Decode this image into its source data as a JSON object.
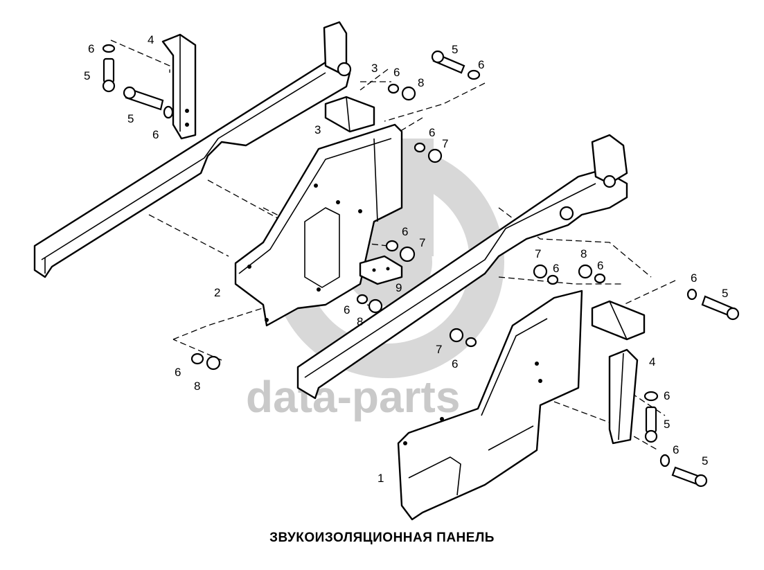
{
  "caption": "ЗВУКОИЗОЛЯЦИОННАЯ ПАНЕЛЬ",
  "watermark": {
    "text": "data-parts",
    "color": "#c9c9c9"
  },
  "callouts": [
    {
      "id": "c-6a",
      "label": "6"
    },
    {
      "id": "c-4a",
      "label": "4"
    },
    {
      "id": "c-5a",
      "label": "5"
    },
    {
      "id": "c-5b",
      "label": "5"
    },
    {
      "id": "c-6b",
      "label": "6"
    },
    {
      "id": "c-3a",
      "label": "3"
    },
    {
      "id": "c-6c",
      "label": "6"
    },
    {
      "id": "c-8a",
      "label": "8"
    },
    {
      "id": "c-3b",
      "label": "3"
    },
    {
      "id": "c-5c",
      "label": "5"
    },
    {
      "id": "c-6d",
      "label": "6"
    },
    {
      "id": "c-6e",
      "label": "6"
    },
    {
      "id": "c-7a",
      "label": "7"
    },
    {
      "id": "c-6f",
      "label": "6"
    },
    {
      "id": "c-7b",
      "label": "7"
    },
    {
      "id": "c-9",
      "label": "9"
    },
    {
      "id": "c-2",
      "label": "2"
    },
    {
      "id": "c-6g",
      "label": "6"
    },
    {
      "id": "c-8b",
      "label": "8"
    },
    {
      "id": "c-6h",
      "label": "6"
    },
    {
      "id": "c-8c",
      "label": "8"
    },
    {
      "id": "c-7c",
      "label": "7"
    },
    {
      "id": "c-6i",
      "label": "6"
    },
    {
      "id": "c-8d",
      "label": "8"
    },
    {
      "id": "c-6j",
      "label": "6"
    },
    {
      "id": "c-6k",
      "label": "6"
    },
    {
      "id": "c-5d",
      "label": "5"
    },
    {
      "id": "c-7d",
      "label": "7"
    },
    {
      "id": "c-6l",
      "label": "6"
    },
    {
      "id": "c-4b",
      "label": "4"
    },
    {
      "id": "c-6m",
      "label": "6"
    },
    {
      "id": "c-5e",
      "label": "5"
    },
    {
      "id": "c-6n",
      "label": "6"
    },
    {
      "id": "c-5f",
      "label": "5"
    },
    {
      "id": "c-1",
      "label": "1"
    }
  ]
}
